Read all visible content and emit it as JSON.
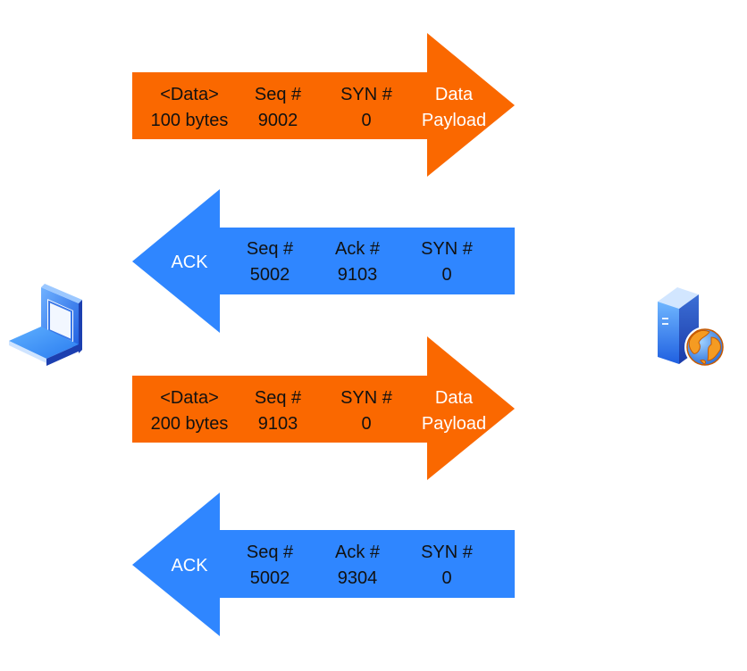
{
  "diagram": {
    "title": "",
    "colors": {
      "data_arrow": "#FA6800",
      "ack_arrow": "#2F86FF",
      "dark_text": "#111111",
      "light_text": "#ffffff"
    },
    "nodes": {
      "client": {
        "label": "",
        "icon": "laptop-icon"
      },
      "server": {
        "label": "",
        "icon": "web-server-globe-icon"
      }
    },
    "messages": [
      {
        "direction": "client-to-server",
        "kind": "data",
        "col1": {
          "line1": "<Data>",
          "line2": "100 bytes"
        },
        "col2": {
          "line1": "Seq #",
          "line2": "9002"
        },
        "col3": {
          "line1": "SYN #",
          "line2": "0"
        },
        "head": {
          "line1": "Data",
          "line2": "Payload"
        }
      },
      {
        "direction": "server-to-client",
        "kind": "ack",
        "head": {
          "line1": "ACK"
        },
        "col1": {
          "line1": "Seq #",
          "line2": "5002"
        },
        "col2": {
          "line1": "Ack #",
          "line2": "9103"
        },
        "col3": {
          "line1": "SYN #",
          "line2": "0"
        }
      },
      {
        "direction": "client-to-server",
        "kind": "data",
        "col1": {
          "line1": "<Data>",
          "line2": "200 bytes"
        },
        "col2": {
          "line1": "Seq #",
          "line2": "9103"
        },
        "col3": {
          "line1": "SYN #",
          "line2": "0"
        },
        "head": {
          "line1": "Data",
          "line2": "Payload"
        }
      },
      {
        "direction": "server-to-client",
        "kind": "ack",
        "head": {
          "line1": "ACK"
        },
        "col1": {
          "line1": "Seq #",
          "line2": "5002"
        },
        "col2": {
          "line1": "Ack #",
          "line2": "9304"
        },
        "col3": {
          "line1": "SYN #",
          "line2": "0"
        }
      }
    ]
  }
}
